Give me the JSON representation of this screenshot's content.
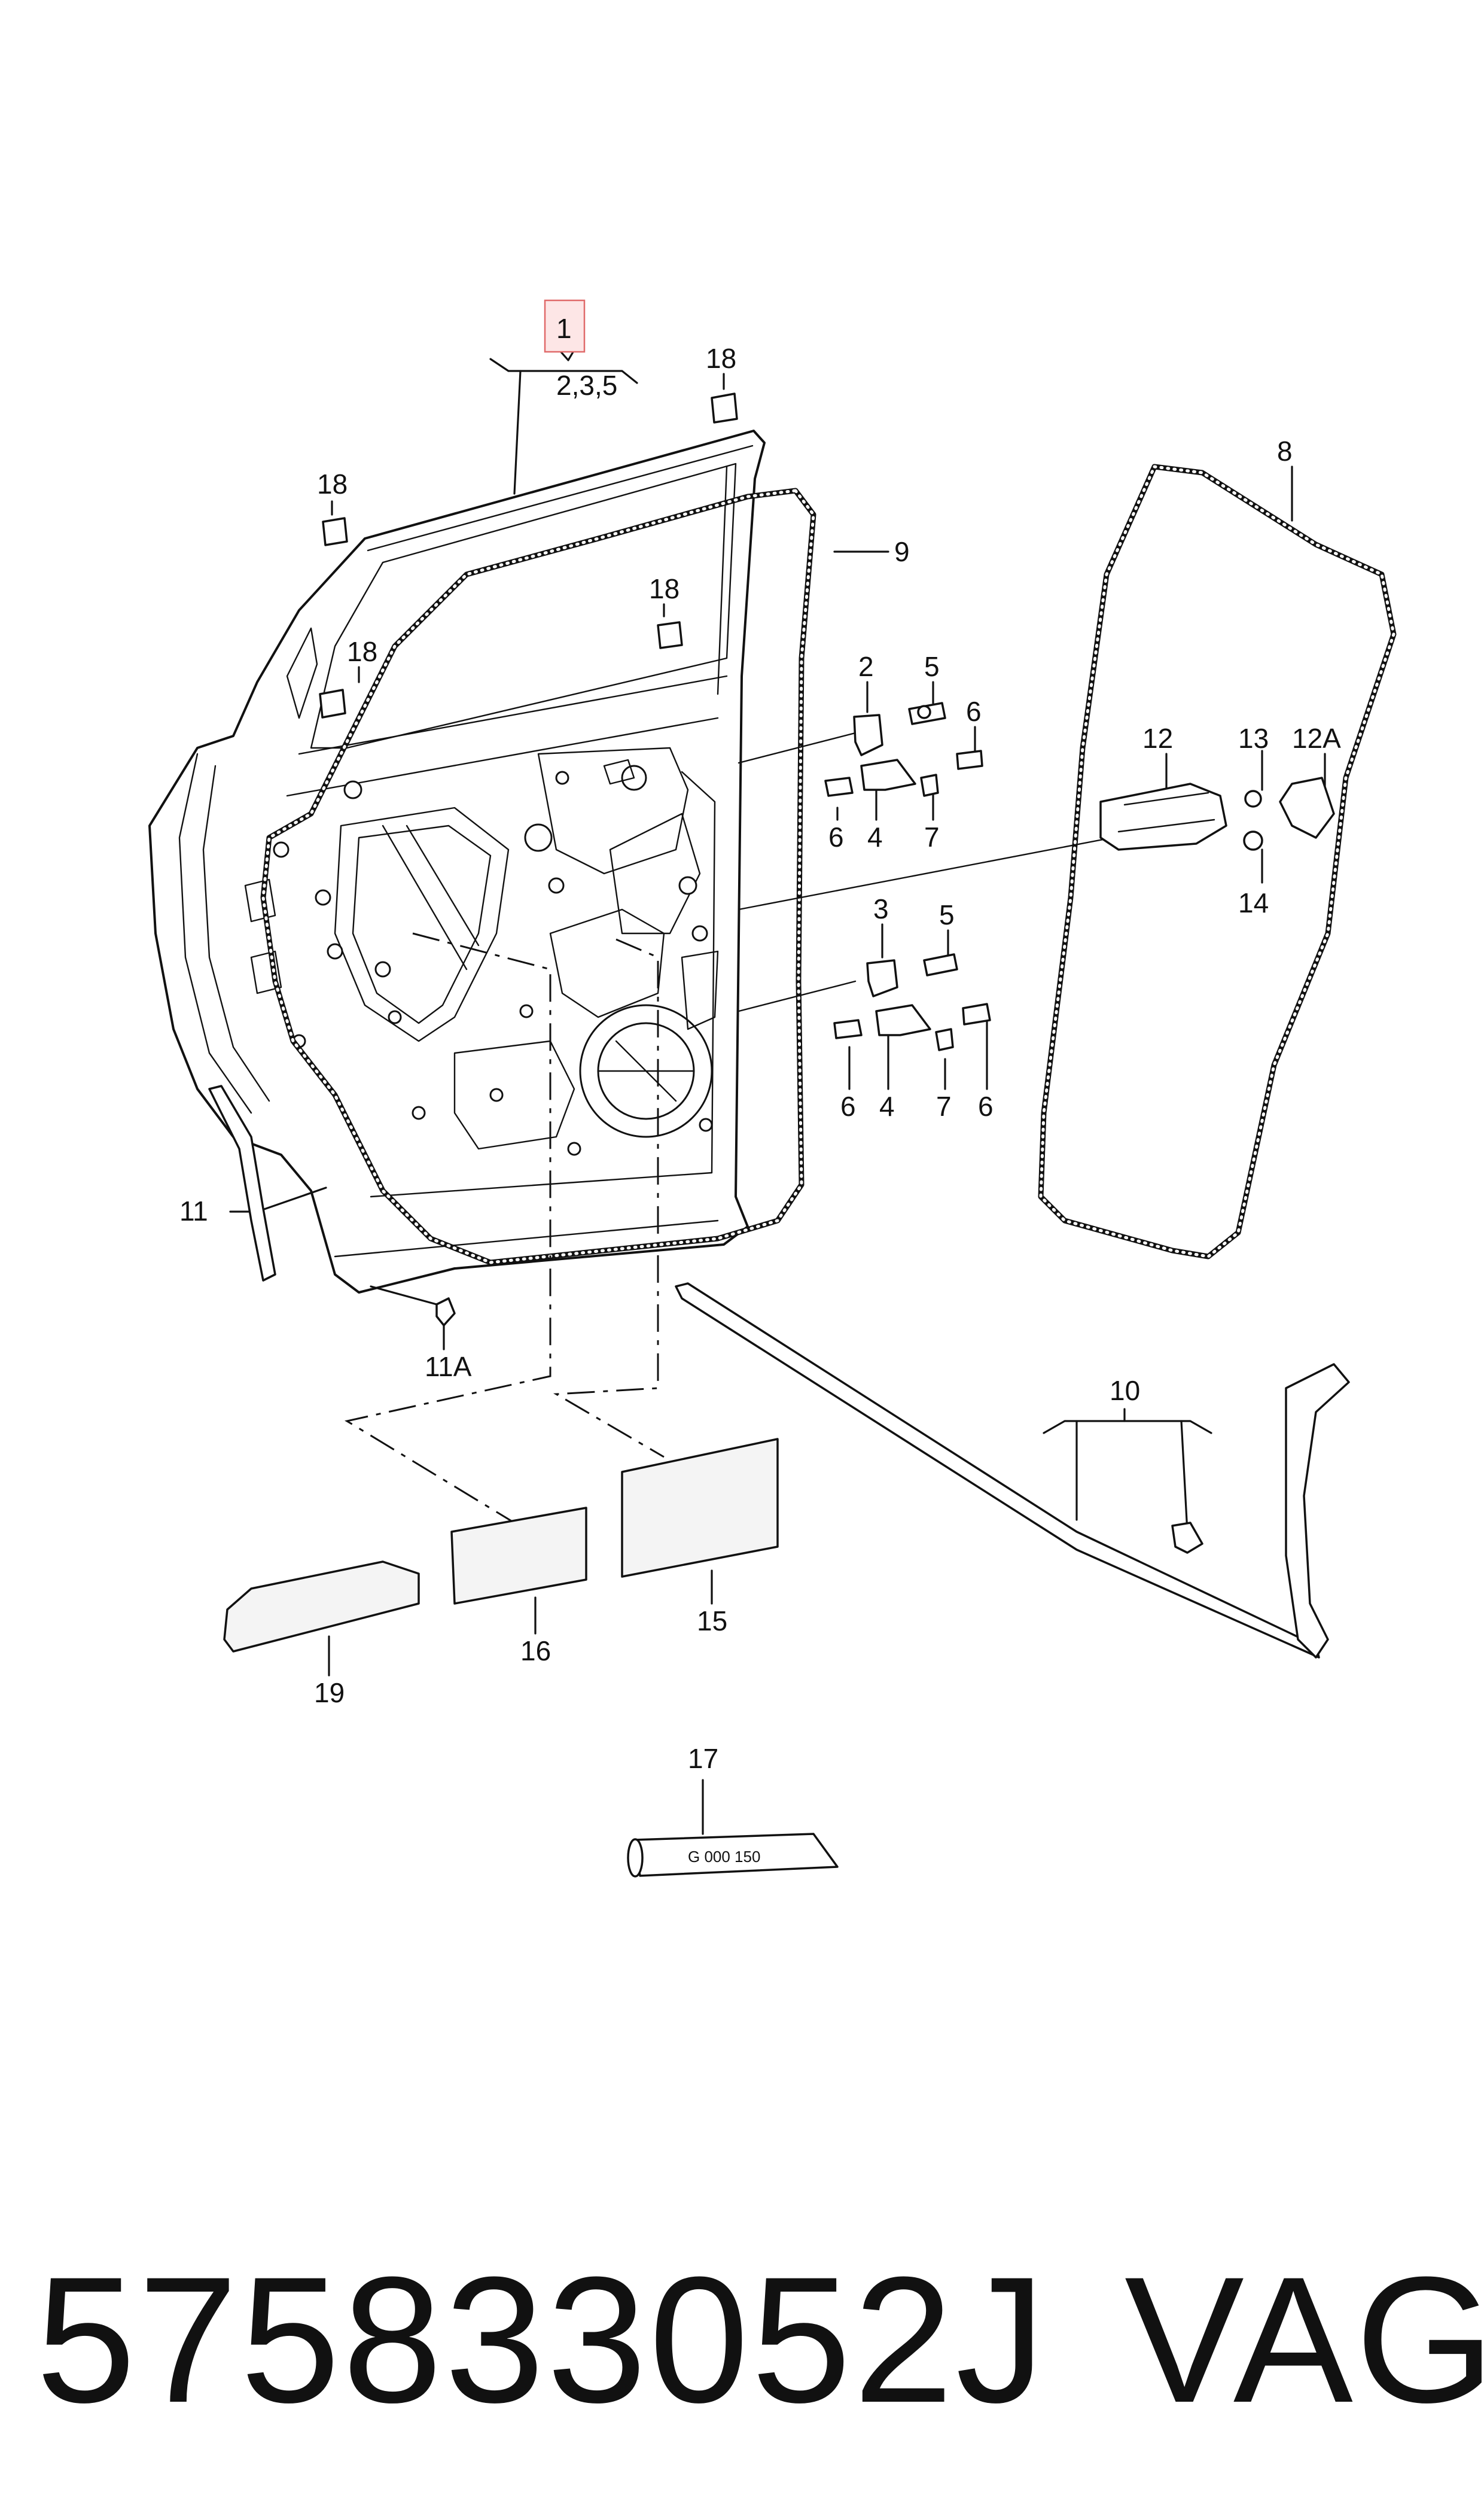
{
  "callouts": {
    "c1": "1",
    "c235": "2,3,5",
    "c18a": "18",
    "c18b": "18",
    "c18c": "18",
    "c18d": "18",
    "c9": "9",
    "c8": "8",
    "c2": "2",
    "c5a": "5",
    "c6a": "6",
    "c6b": "6",
    "c4a": "4",
    "c7a": "7",
    "c12": "12",
    "c13": "13",
    "c12A": "12A",
    "c14": "14",
    "c3": "3",
    "c5b": "5",
    "c6c": "6",
    "c4b": "4",
    "c7b": "7",
    "c6d": "6",
    "c11": "11",
    "c11A": "11A",
    "c10": "10",
    "c15": "15",
    "c16": "16",
    "c19": "19",
    "c17": "17"
  },
  "tube_label": "G 000 150",
  "highlight_color": "#f2a6a6",
  "footer": {
    "part_number": "575833052J",
    "brand": "VAG"
  }
}
